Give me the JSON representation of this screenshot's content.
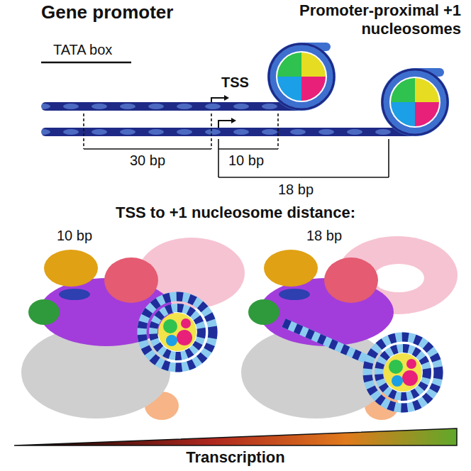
{
  "diagram": {
    "labels": [
      "Gene promoter",
      "Promoter-proximal +1 nucleosomes",
      "TATA box",
      "TSS",
      "30 bp",
      "10 bp",
      "18 bp",
      "TSS to +1 nucleosome distance:",
      "10 bp",
      "18 bp",
      "Transcription"
    ]
  }
}
